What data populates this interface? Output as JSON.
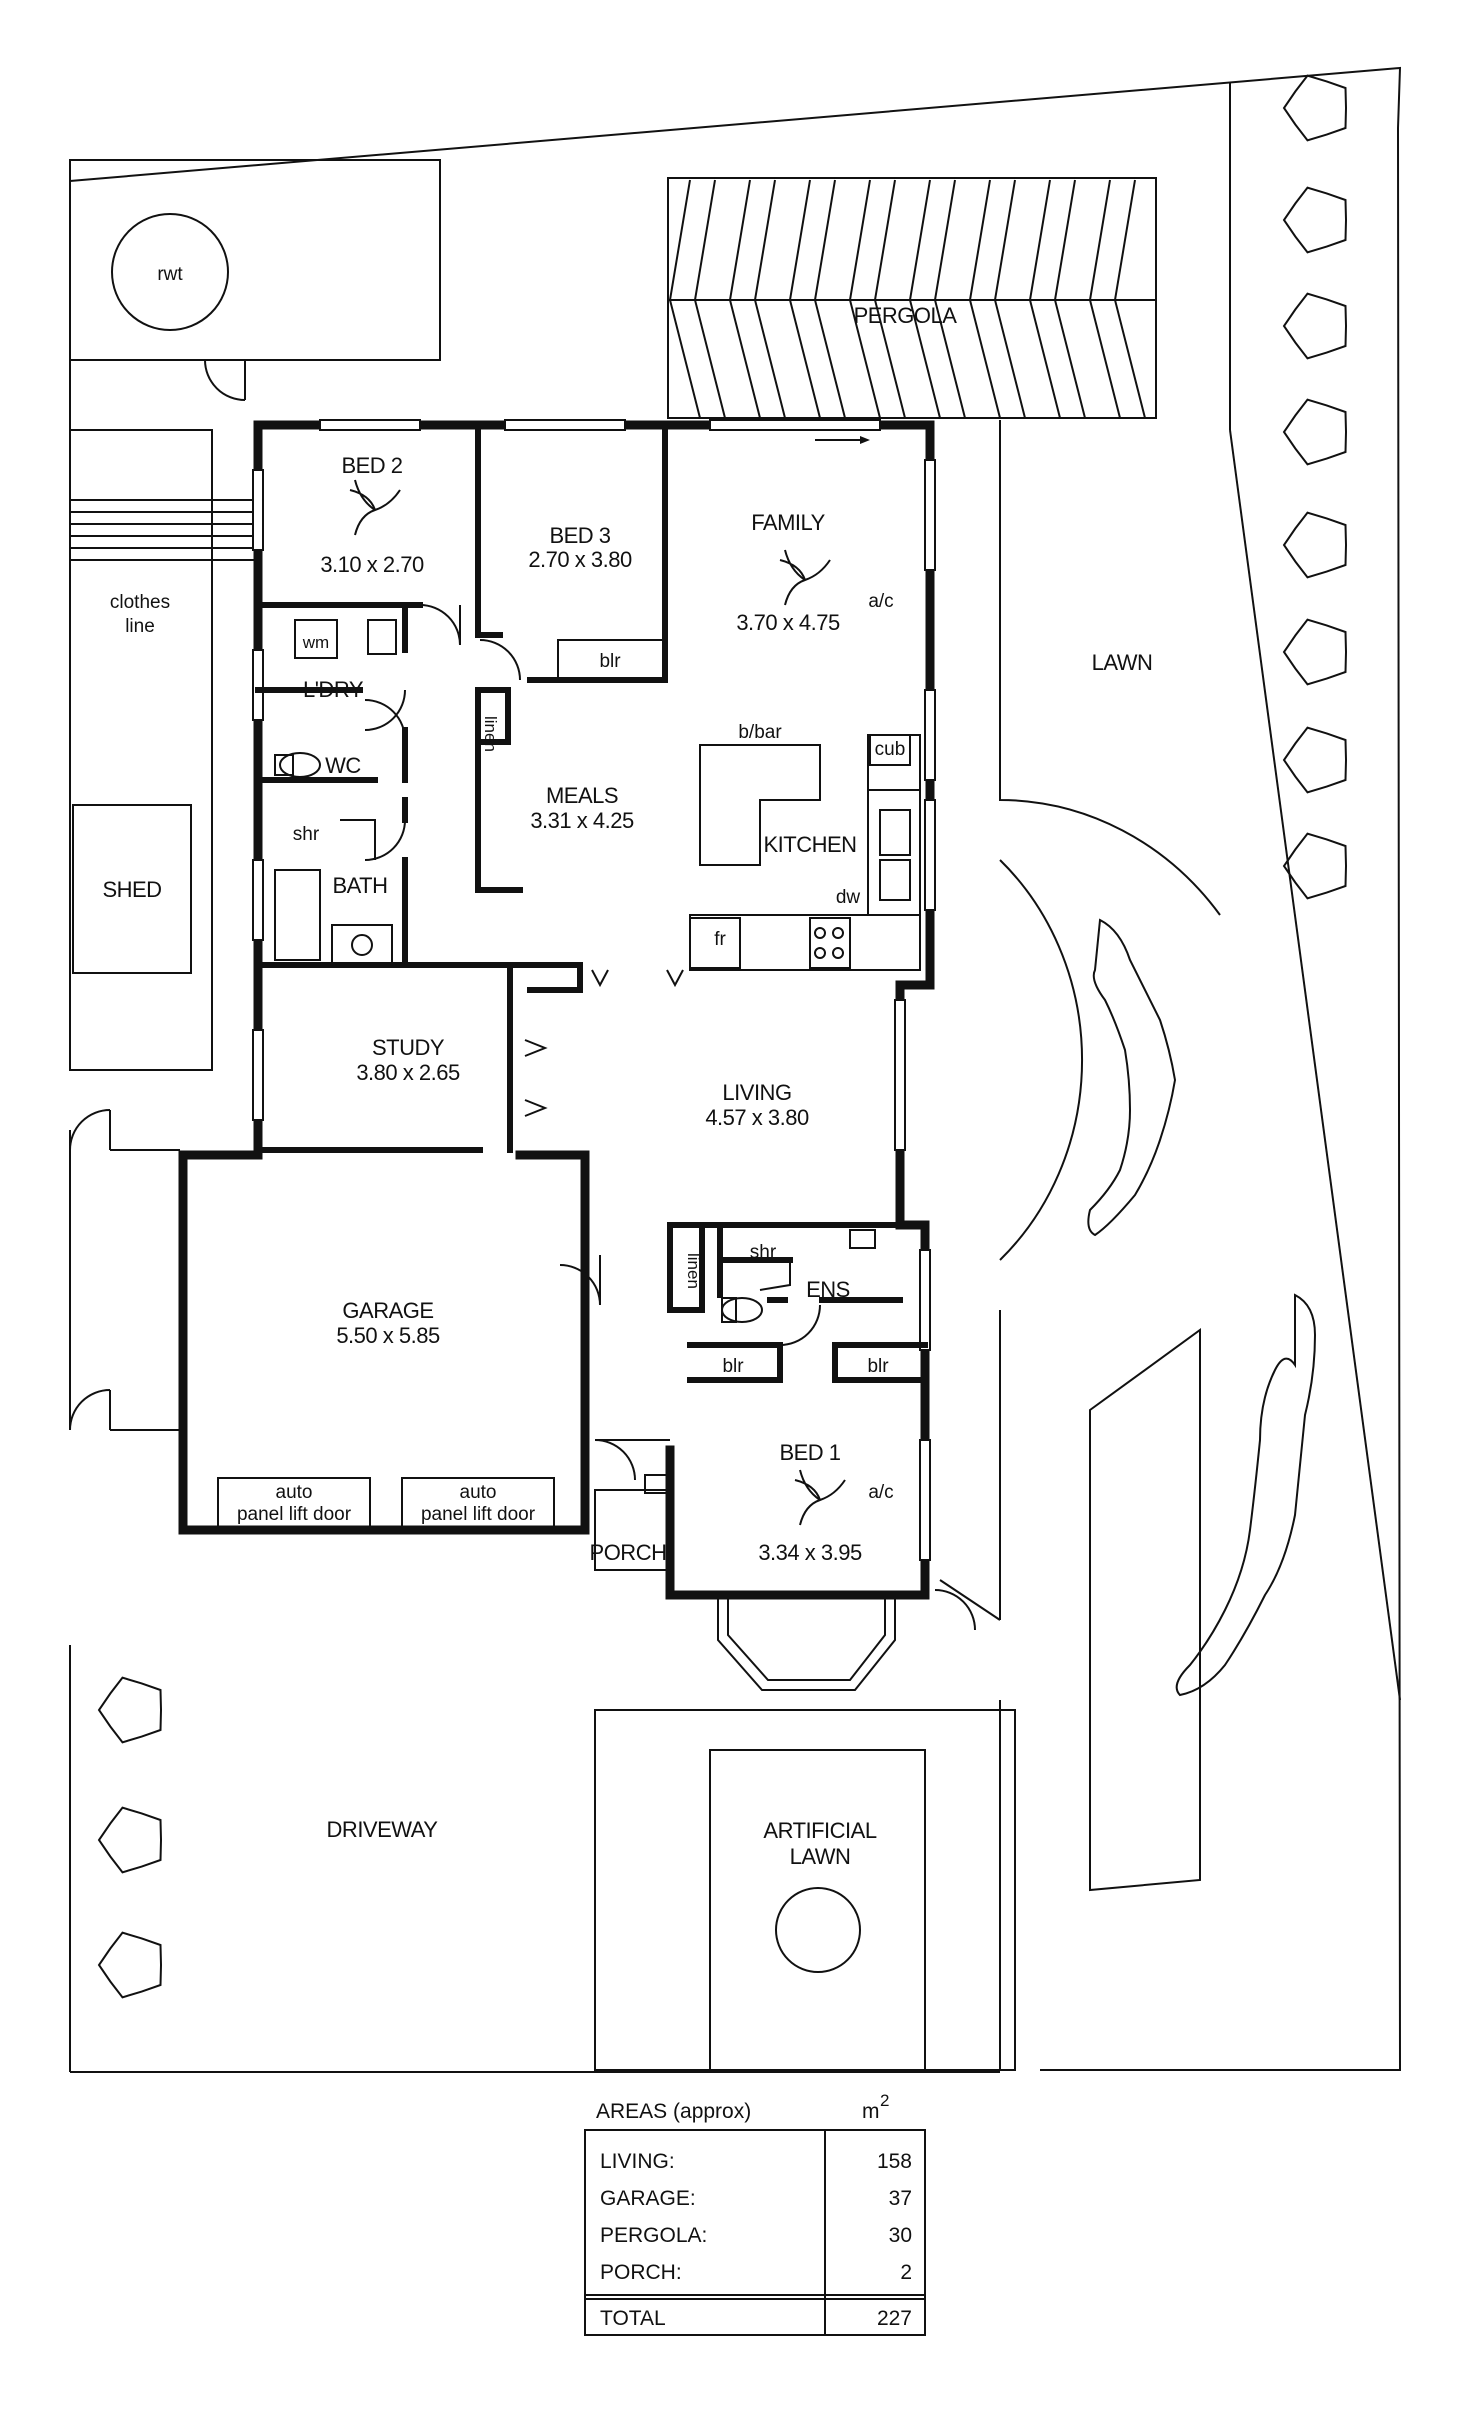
{
  "outdoor": {
    "rwt": "rwt",
    "pergola": "PERGOLA",
    "clothes_line_1": "clothes",
    "clothes_line_2": "line",
    "shed": "SHED",
    "lawn": "LAWN",
    "driveway": "DRIVEWAY",
    "artificial_lawn_1": "ARTIFICIAL",
    "artificial_lawn_2": "LAWN"
  },
  "rooms": {
    "bed2": {
      "name": "BED 2",
      "dims": "3.10 x 2.70"
    },
    "bed3": {
      "name": "BED 3",
      "dims": "2.70 x 3.80"
    },
    "family": {
      "name": "FAMILY",
      "dims": "3.70 x 4.75"
    },
    "meals": {
      "name": "MEALS",
      "dims": "3.31 x 4.25"
    },
    "kitchen": {
      "name": "KITCHEN"
    },
    "study": {
      "name": "STUDY",
      "dims": "3.80 x 2.65"
    },
    "living": {
      "name": "LIVING",
      "dims": "4.57 x 3.80"
    },
    "garage": {
      "name": "GARAGE",
      "dims": "5.50 x 5.85"
    },
    "bed1": {
      "name": "BED 1",
      "dims": "3.34 x 3.95"
    },
    "ldry": {
      "name": "L'DRY"
    },
    "wc": {
      "name": "WC"
    },
    "bath": {
      "name": "BATH"
    },
    "ens": {
      "name": "ENS"
    },
    "porch": {
      "name": "PORCH"
    }
  },
  "fixtures": {
    "blr": "blr",
    "linen": "linen",
    "ac": "a/c",
    "cub": "cub",
    "bbar": "b/bar",
    "dw": "dw",
    "fr": "fr",
    "wm": "wm",
    "shr": "shr",
    "garage_door_1": "auto",
    "garage_door_2": "panel lift door"
  },
  "areas": {
    "title": "AREAS (approx)",
    "unit": "m",
    "unit_sup": "2",
    "rows": [
      {
        "label": "LIVING:",
        "value": "158"
      },
      {
        "label": "GARAGE:",
        "value": "37"
      },
      {
        "label": "PERGOLA:",
        "value": "30"
      },
      {
        "label": "PORCH:",
        "value": "2"
      }
    ],
    "total_label": "TOTAL",
    "total_value": "227"
  }
}
